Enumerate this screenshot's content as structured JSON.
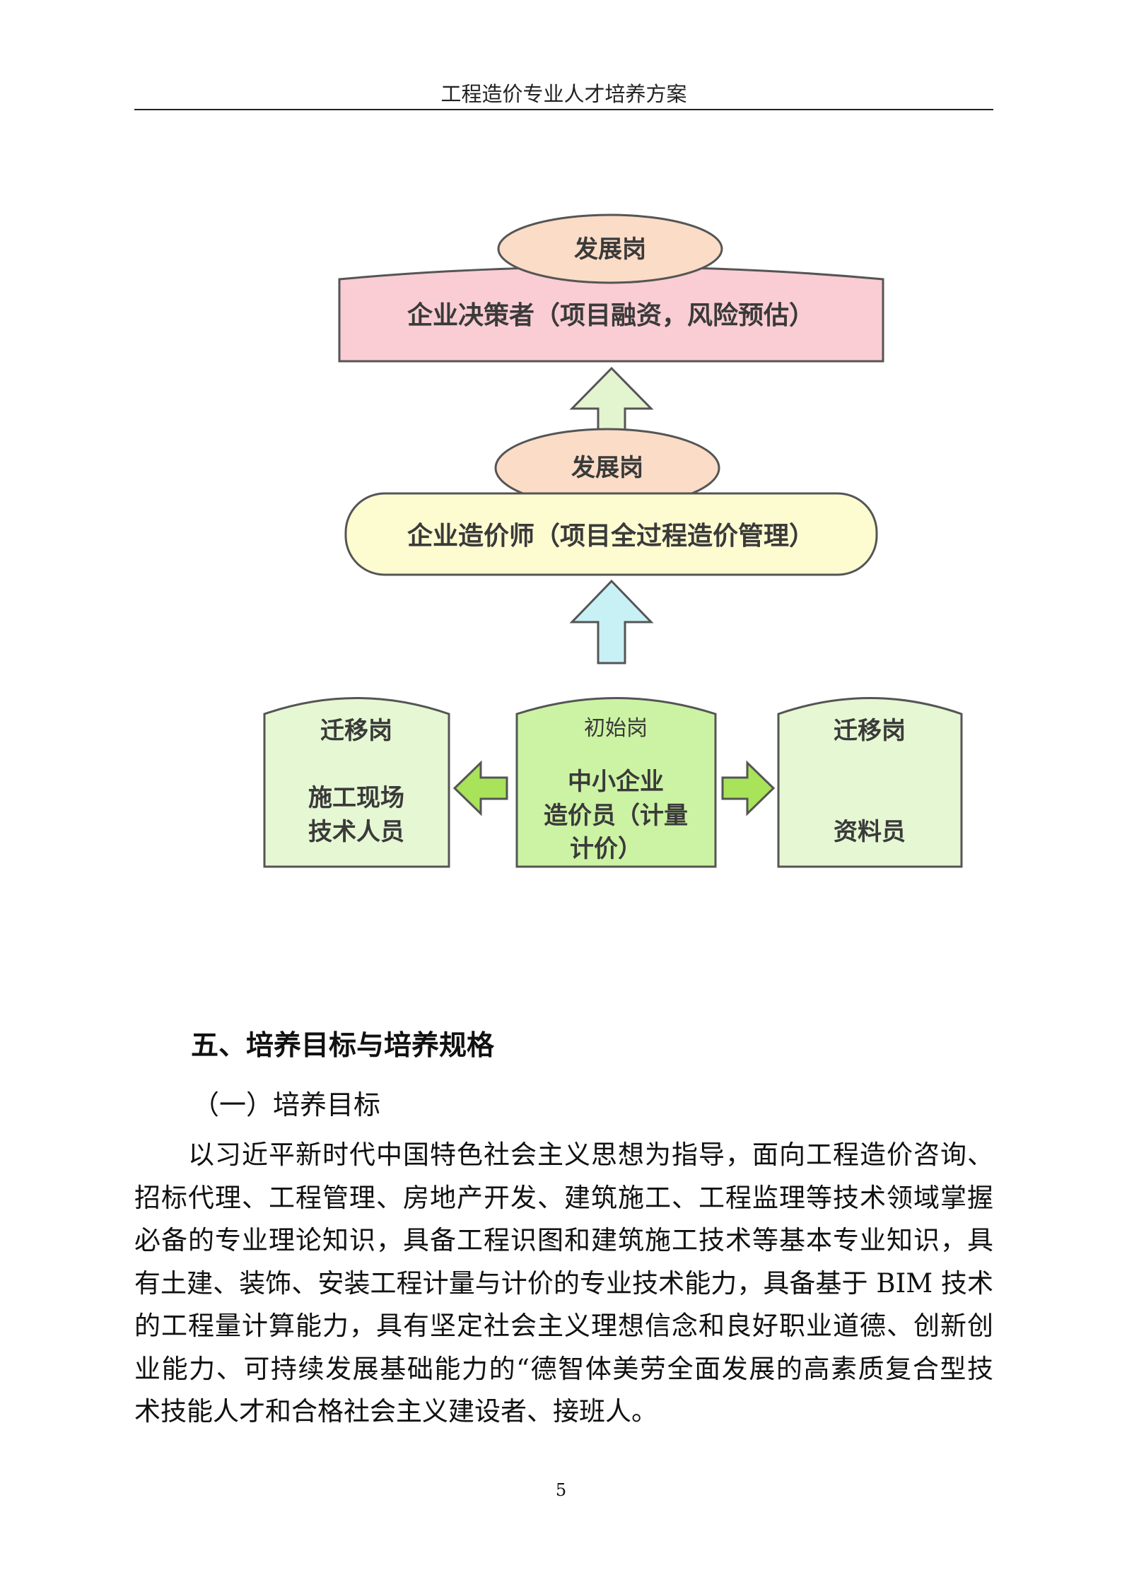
{
  "header": {
    "title": "工程造价专业人才培养方案"
  },
  "diagram": {
    "top_tag": "发展岗",
    "top_box": "企业决策者（项目融资，风险预估）",
    "mid_tag": "发展岗",
    "mid_box": "企业造价师（项目全过程造价管理）",
    "left_box": {
      "title": "迁移岗",
      "lines": [
        "施工现场",
        "技术人员"
      ]
    },
    "center_box": {
      "title": "初始岗",
      "lines": [
        "中小企业",
        "造价员（计量",
        "计价）"
      ]
    },
    "right_box": {
      "title": "迁移岗",
      "lines": [
        "资料员"
      ]
    },
    "colors": {
      "pink": "#f9cdd3",
      "peach": "#fbdcc6",
      "yellow": "#fdfbd0",
      "light_green": "#e6f7d3",
      "green": "#ccf3a4",
      "blue_arrow": "#c8f1f6",
      "arrow_green": "#a8e35a"
    }
  },
  "section": {
    "heading": "五、培养目标与培养规格",
    "subheading": "（一）培养目标",
    "paragraph_lines": [
      "以习近平新时代中国特色社会主义思想为指导，面向工程造价咨询、",
      "招标代理、工程管理、房地产开发、建筑施工、工程监理等技术领域掌握",
      "必备的专业理论知识，具备工程识图和建筑施工技术等基本专业知识，具",
      "有土建、装饰、安装工程计量与计价的专业技术能力，具备基于 BIM 技术",
      "的工程量计算能力，具有坚定社会主义理想信念和良好职业道德、创新创",
      "业能力、可持续发展基础能力的“德智体美劳全面发展的高素质复合型技",
      "术技能人才和合格社会主义建设者、接班人。"
    ]
  },
  "footer": {
    "page_number": "5"
  }
}
